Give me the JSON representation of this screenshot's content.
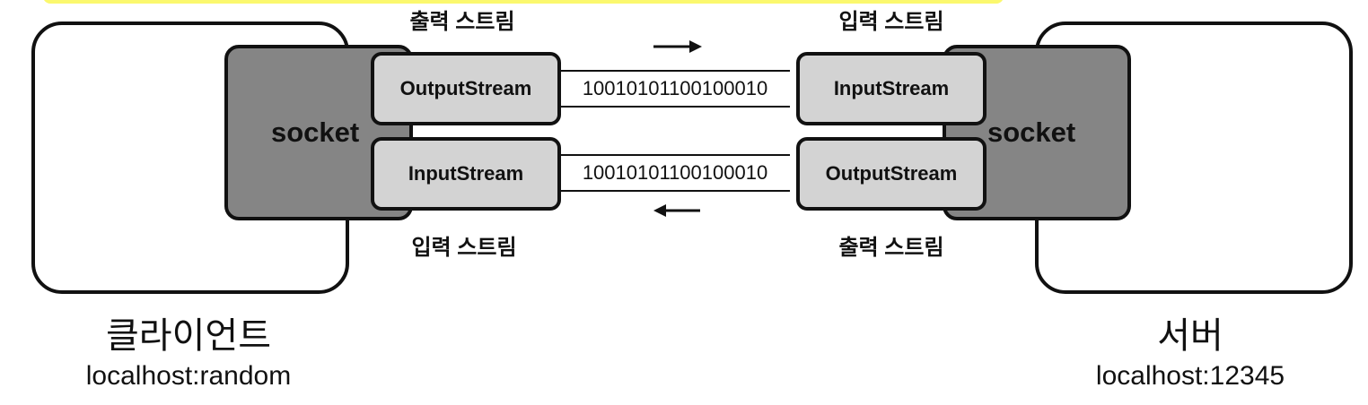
{
  "client": {
    "socket_label": "socket",
    "output_stream": "OutputStream",
    "input_stream": "InputStream",
    "output_caption": "출력 스트림",
    "input_caption": "입력 스트림",
    "title": "클라이언트",
    "address": "localhost:random"
  },
  "server": {
    "socket_label": "socket",
    "input_stream": "InputStream",
    "output_stream": "OutputStream",
    "input_caption": "입력 스트림",
    "output_caption": "출력 스트림",
    "title": "서버",
    "address": "localhost:12345"
  },
  "channels": {
    "top_bits": "10010101100100010",
    "bottom_bits": "10010101100100010"
  },
  "colors": {
    "socket_fill": "#858585",
    "stream_fill": "#d3d3d3",
    "highlight": "#fbf86e",
    "outline": "#111111"
  }
}
